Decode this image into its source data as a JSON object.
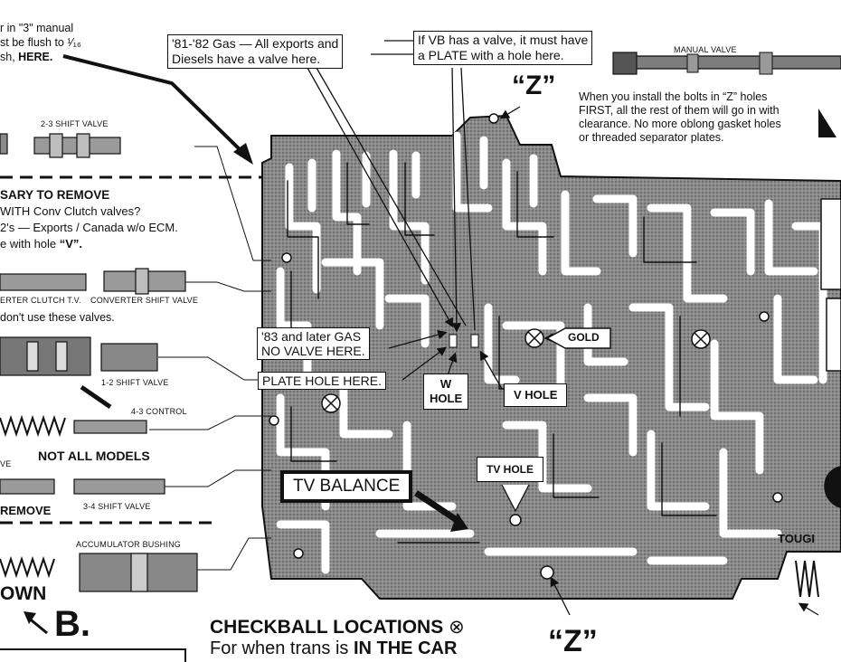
{
  "top_left": {
    "line1": "r in \"3\" manual",
    "line2": "st be flush to ¹⁄₁₆",
    "line3a": "sh, ",
    "line3b": "HERE."
  },
  "callouts": {
    "gas_81_82_line1": "'81-'82 Gas — All exports and",
    "gas_81_82_line2": "Diesels have a valve here.",
    "vb_valve_line1": "If VB has a valve, it must have",
    "vb_valve_line2": "a PLATE with a hole here.",
    "gas_83_line1": "'83 and later GAS",
    "gas_83_line2": "NO VALVE HERE.",
    "plate_hole": "PLATE HOLE HERE.",
    "w_hole_line1": "W",
    "w_hole_line2": "HOLE",
    "v_hole": "V  HOLE",
    "gold": "GOLD",
    "tv_hole": "TV HOLE",
    "tv_balance": "TV BALANCE"
  },
  "z_marks": {
    "top": "“Z”",
    "bottom": "“Z”"
  },
  "manual_valve": "MANUAL VALVE",
  "z_note": {
    "line1": "When you install the bolts in “Z” holes",
    "line2": "FIRST, all the rest of them will go in with",
    "line3": "clearance. No more oblong gasket holes",
    "line4": "or threaded separator plates."
  },
  "left_panel": {
    "shift_2_3": "2-3 SHIFT VALVE",
    "remove_heading": "SARY TO REMOVE",
    "remove_line1": "WITH Conv Clutch valves?",
    "remove_line2": "2's — Exports / Canada w/o ECM.",
    "remove_line3a": "e with hole ",
    "remove_line3b": "“V”.",
    "converter_clutch_tv": "ERTER CLUTCH T.V.",
    "converter_shift": "CONVERTER SHIFT VALVE",
    "dont_use": "don't use these valves.",
    "shift_1_2": "1-2 SHIFT VALVE",
    "control_4_3": "4-3 CONTROL",
    "not_all_models": "NOT ALL MODELS",
    "ve": "VE",
    "remove": "REMOVE",
    "shift_3_4": "3-4 SHIFT VALVE",
    "accumulator_bushing": "ACCUMULATOR BUSHING",
    "own": "OWN",
    "b_label": "B."
  },
  "bottom": {
    "checkball_title": "CHECKBALL LOCATIONS",
    "checkball_line2a": "For when trans is ",
    "checkball_line2b": "IN THE CAR"
  },
  "right_edge": {
    "tough": "TOUGI"
  }
}
